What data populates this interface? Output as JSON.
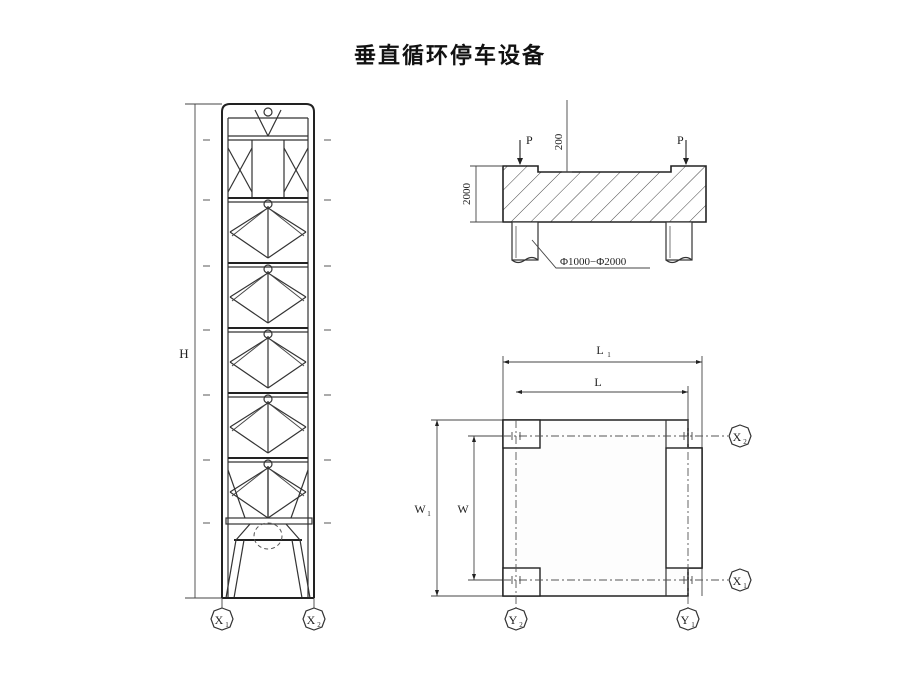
{
  "title": "垂直循环停车设备",
  "tower": {
    "height_label": "H",
    "axes": [
      {
        "label": "X",
        "sub": "1"
      },
      {
        "label": "X",
        "sub": "2"
      }
    ]
  },
  "section": {
    "load_left": "P",
    "load_right": "P",
    "dim_top": "200",
    "dim_left": "2000",
    "pile_note": "Φ1000−Φ2000"
  },
  "plan": {
    "outer_length": {
      "label": "L",
      "sub": "1"
    },
    "inner_length": {
      "label": "L",
      "sub": ""
    },
    "outer_width": {
      "label": "W",
      "sub": "1"
    },
    "inner_width": {
      "label": "W",
      "sub": ""
    },
    "axes_x": [
      {
        "label": "X",
        "sub": "2"
      },
      {
        "label": "X",
        "sub": "1"
      }
    ],
    "axes_y": [
      {
        "label": "Y",
        "sub": "2"
      },
      {
        "label": "Y",
        "sub": "1"
      }
    ]
  }
}
